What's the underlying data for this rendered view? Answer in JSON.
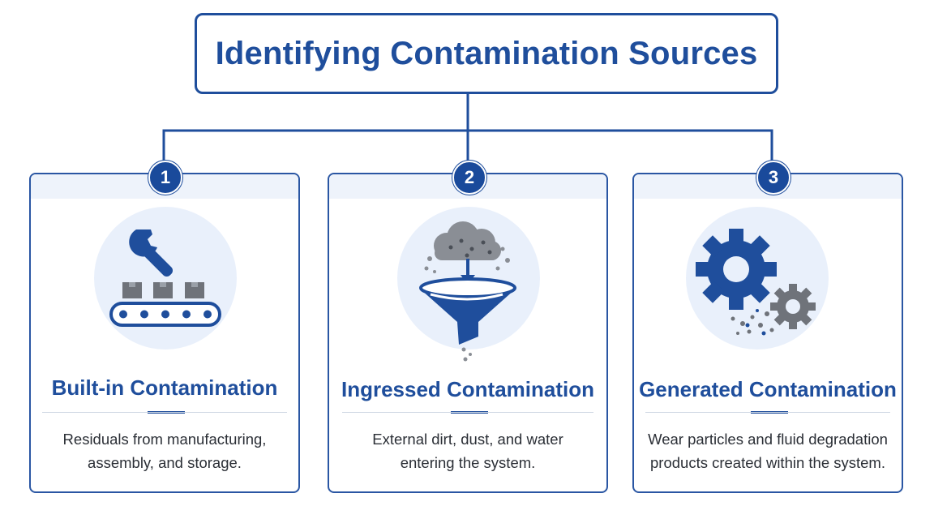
{
  "title": "Identifying Contamination Sources",
  "cards": [
    {
      "number": "1",
      "title": "Built-in Contamination",
      "desc_line1": "Residuals from manufacturing,",
      "desc_line2": "assembly, and storage.",
      "icon": "wrench-conveyor-icon"
    },
    {
      "number": "2",
      "title": "Ingressed Contamination",
      "desc_line1": "External dirt, dust, and water",
      "desc_line2": "entering the system.",
      "icon": "dust-funnel-icon"
    },
    {
      "number": "3",
      "title": "Generated Contamination",
      "desc_line1": "Wear particles and fluid degradation",
      "desc_line2": "products created within the system.",
      "icon": "gears-particles-icon"
    }
  ],
  "colors": {
    "primary": "#1f4e9c",
    "badge": "#1a4a9b",
    "gray": "#7b7f87",
    "panel": "#e9f0fb"
  }
}
